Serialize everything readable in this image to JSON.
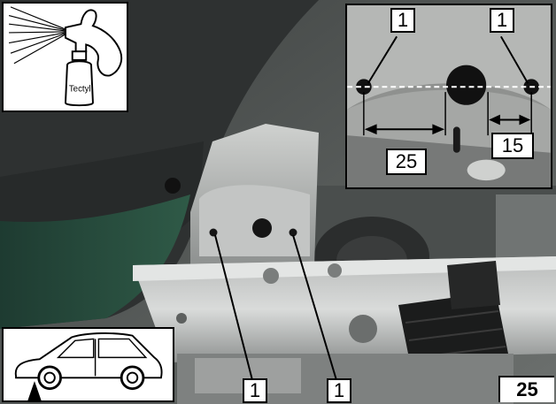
{
  "figure": {
    "number": "25",
    "spray_product_label": "Tectyl",
    "callouts": {
      "bottom_left": "1",
      "bottom_right": "1",
      "inset_left": "1",
      "inset_right": "1"
    },
    "dimensions": {
      "left_mm": "25",
      "right_mm": "15"
    },
    "icons": {
      "spray": "spray-can-icon",
      "vehicle": "car-lift-icon"
    }
  }
}
